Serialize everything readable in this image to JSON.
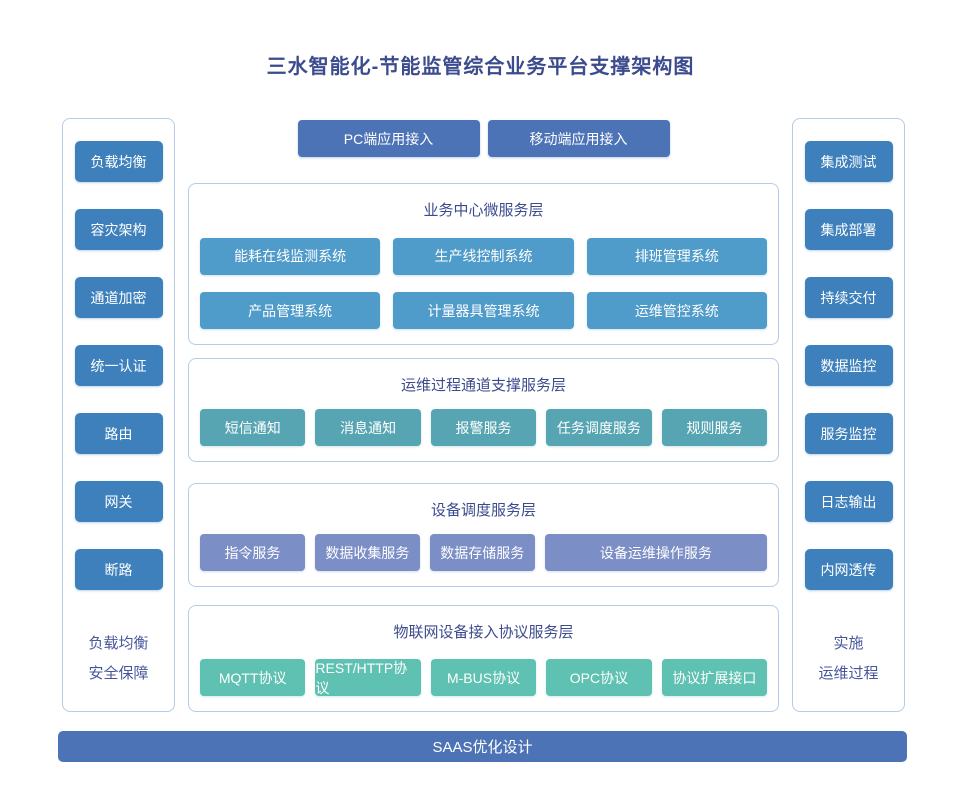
{
  "title": "三水智能化-节能监管综合业务平台支撑架构图",
  "access_buttons": {
    "pc": "PC端应用接入",
    "mobile": "移动端应用接入"
  },
  "left_panel": {
    "items": [
      "负载均衡",
      "容灾架构",
      "通道加密",
      "统一认证",
      "路由",
      "网关",
      "断路"
    ],
    "caption_lines": [
      "负载均衡",
      "安全保障"
    ]
  },
  "right_panel": {
    "items": [
      "集成测试",
      "集成部署",
      "持续交付",
      "数据监控",
      "服务监控",
      "日志输出",
      "内网透传"
    ],
    "caption_lines": [
      "实施",
      "运维过程"
    ]
  },
  "sections": [
    {
      "title": "业务中心微服务层",
      "items": [
        "能耗在线监测系统",
        "生产线控制系统",
        "排班管理系统",
        "产品管理系统",
        "计量器具管理系统",
        "运维管控系统"
      ]
    },
    {
      "title": "运维过程通道支撑服务层",
      "items": [
        "短信通知",
        "消息通知",
        "报警服务",
        "任务调度服务",
        "规则服务"
      ]
    },
    {
      "title": "设备调度服务层",
      "items": [
        "指令服务",
        "数据收集服务",
        "数据存储服务",
        "设备运维操作服务"
      ]
    },
    {
      "title": "物联网设备接入协议服务层",
      "items": [
        "MQTT协议",
        "REST/HTTP协议",
        "M-BUS协议",
        "OPC协议",
        "协议扩展接口"
      ]
    }
  ],
  "footer_bar": "SAAS优化设计",
  "colors": {
    "title_text": "#3c4b8d",
    "panel_border": "#b3cde8",
    "side_box": "#3e80bc",
    "access_button": "#4d73b7",
    "business_box": "#4f9bca",
    "channel_box": "#57a5b3",
    "device_box": "#7b8ec5",
    "protocol_box": "#5ec1b1",
    "footer_bar": "#4d73b7",
    "caption_text": "#47579c",
    "box_text": "#ffffff"
  }
}
